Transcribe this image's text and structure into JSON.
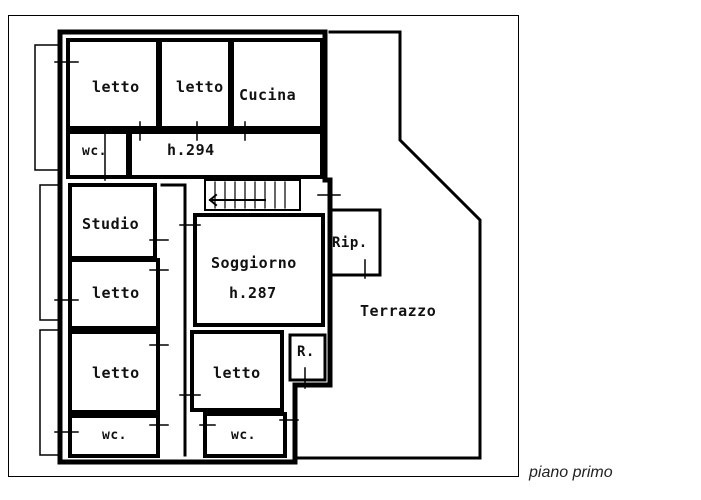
{
  "floor_plan": {
    "rooms": {
      "letto_1": "letto",
      "letto_2": "letto",
      "cucina": "Cucina",
      "wc_1": "wc.",
      "corridor_height": "h.294",
      "studio": "Studio",
      "letto_3": "letto",
      "letto_4": "letto",
      "soggiorno": "Soggiorno",
      "soggiorno_height": "h.287",
      "rip": "Rip.",
      "terrazzo": "Terrazzo",
      "r": "R.",
      "letto_5": "letto",
      "wc_2": "wc.",
      "wc_3": "wc."
    },
    "caption": "piano primo"
  }
}
